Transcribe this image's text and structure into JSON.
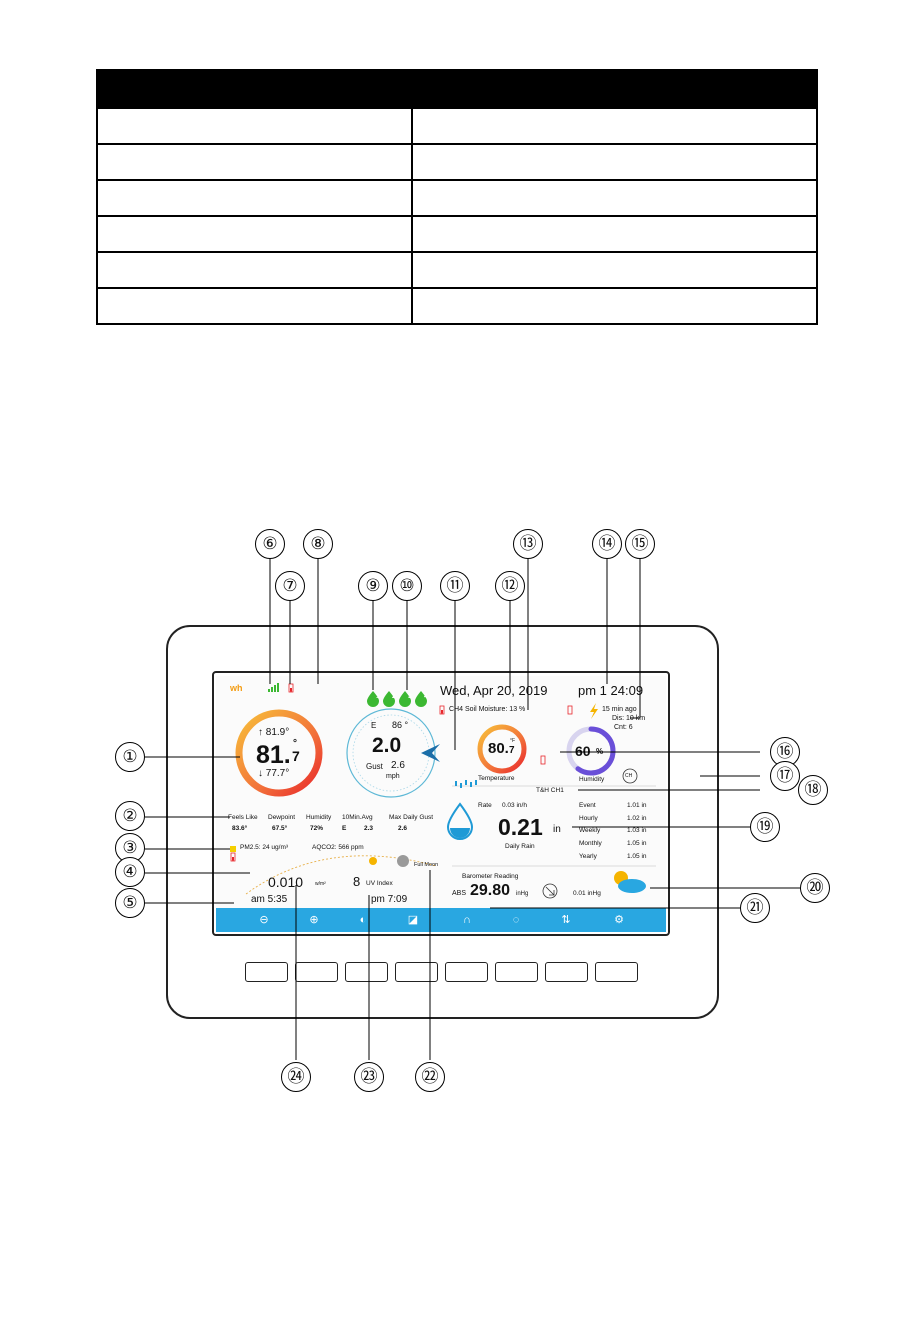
{
  "screen": {
    "logo": "wh",
    "date": "Wed,  Apr   20, 2019",
    "time": "pm  1 24:09",
    "indoor_temp": {
      "high": "↑ 81.9°",
      "value": "81.",
      "decimal": "7",
      "degree": "°",
      "low": "↓ 77.7°"
    },
    "wind": {
      "direction_label": "E",
      "degrees": "86 °",
      "speed": "2.0",
      "gust_label": "Gust",
      "gust": "2.6",
      "unit": "mph"
    },
    "soil": "CH4 Soil Moisture: 13 %",
    "lightning": {
      "ago": "15 min ago",
      "distance": "Dis: 10 km",
      "count": "Cnt:  6"
    },
    "outdoor_temp": {
      "value": "80.",
      "decimal": "7",
      "unit": "°F",
      "label": "Temperature"
    },
    "humidity": {
      "value": "60",
      "unit": "%",
      "label": "Humidity",
      "fraction": 0.6
    },
    "channel_label": "T&H CH1",
    "channel_icon": "CH",
    "stats": {
      "headers": [
        "Feels Like",
        "Dewpoint",
        "Humidity",
        "10Min.Avg",
        "Max Daily Gust"
      ],
      "values": [
        "83.6°",
        "67.5°",
        "72%",
        "E",
        "2.3",
        "2.6"
      ]
    },
    "pm25": "PM2.5:   24 ug/m³",
    "co2": "AQCO2: 566  ppm",
    "rain": {
      "rate_label": "Rate",
      "rate": "0.03 in/h",
      "value": "0.21",
      "unit": "in",
      "label": "Daily Rain",
      "periods": [
        {
          "label": "Event",
          "value": "1.01 in"
        },
        {
          "label": "Hourly",
          "value": "1.02 in"
        },
        {
          "label": "Weekly",
          "value": "1.03 in"
        },
        {
          "label": "Monthly",
          "value": "1.05 in"
        },
        {
          "label": "Yearly",
          "value": "1.05 in"
        }
      ]
    },
    "solar": {
      "value": "0.010",
      "unit": "w/m²",
      "uv": "8",
      "uv_label": "UV Index",
      "sunrise": "am 5:35",
      "sunset": "pm 7:09"
    },
    "moon": "Full Moon",
    "barometer": {
      "title": "Barometer Reading",
      "abs_label": "ABS",
      "value": "29.80",
      "unit": "inHg",
      "trend": "0.01 inHg"
    },
    "channel_numbers": [
      "1",
      "2",
      "3",
      "4"
    ]
  },
  "callouts": [
    "①",
    "②",
    "③",
    "④",
    "⑤",
    "⑥",
    "⑦",
    "⑧",
    "⑨",
    "⑩",
    "⑪",
    "⑫",
    "⑬",
    "⑭",
    "⑮",
    "⑯",
    "⑰",
    "⑱",
    "⑲",
    "⑳",
    "㉑",
    "㉒",
    "㉓",
    "㉔"
  ],
  "colors": {
    "toolbar": "#29a7e1",
    "temp_ring_start": "#f7b733",
    "temp_ring_end": "#e8262b",
    "humidity_ring": "#6a4fd8",
    "rain_drop": "#1f9ad6",
    "green": "#3cb832"
  }
}
